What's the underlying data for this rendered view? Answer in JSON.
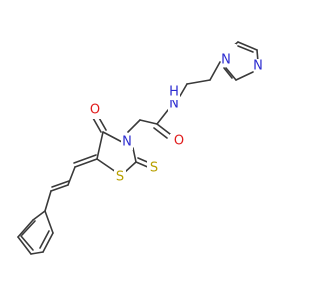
{
  "atoms": {
    "imidazole_n1": "N",
    "imidazole_n3": "N",
    "amide_n": "N",
    "amide_h": "H",
    "amide_o": "O",
    "ring_n": "N",
    "ring_s": "S",
    "thioxo_s": "S",
    "ring_o": "O"
  },
  "colors": {
    "bond": "#3a3a3a",
    "nitrogen": "#2b2bd0",
    "oxygen": "#e01b1b",
    "sulfur": "#b8a000"
  }
}
